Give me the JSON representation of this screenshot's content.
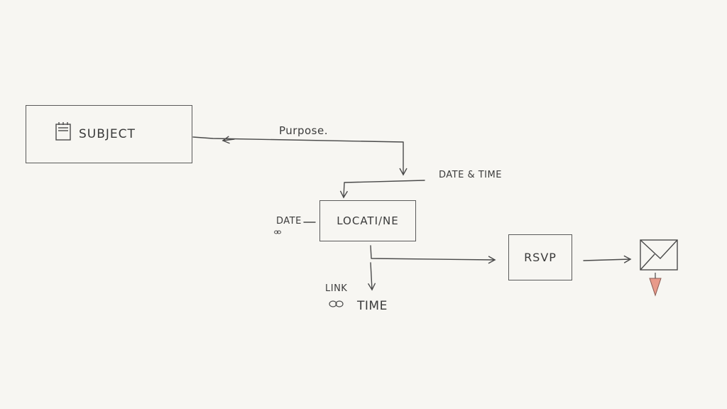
{
  "nodes": {
    "subject": "SUBJECT",
    "location": "LOCATI/NE",
    "rsvp": "RSVP"
  },
  "labels": {
    "purpose": "Purpose.",
    "date_time": "DATE & TIME",
    "date": "DATE",
    "link": "LINK",
    "time": "TIME"
  },
  "icons": {
    "subject": "notepad-icon",
    "envelope": "envelope-icon",
    "pin": "red-pin-icon",
    "link": "link-icon",
    "date": "link-icon"
  },
  "colors": {
    "ink": "#4a4a4a",
    "paper": "#f7f6f2",
    "pin": "#e89a8a"
  }
}
